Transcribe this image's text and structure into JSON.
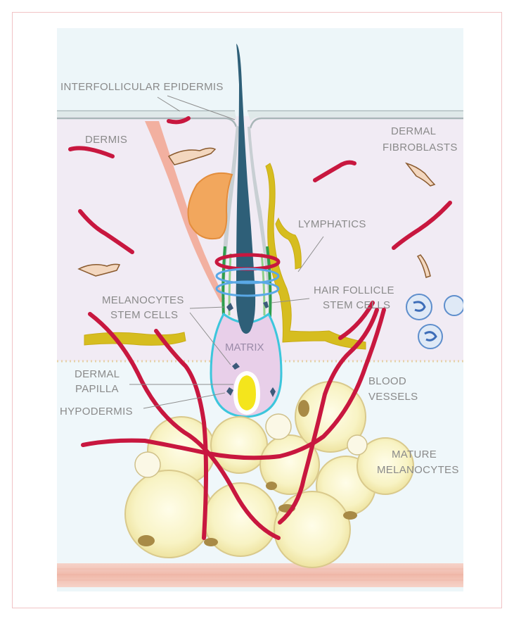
{
  "labels": {
    "interfollicular_epidermis": "INTERFOLLICULAR EPIDERMIS",
    "dermis": "DERMIS",
    "dermal_fibroblasts_1": "DERMAL",
    "dermal_fibroblasts_2": "FIBROBLASTS",
    "lymphatics": "LYMPHATICS",
    "melanocytes_stem_cells_1": "MELANOCYTES",
    "melanocytes_stem_cells_2": "STEM CELLS",
    "hair_follicle_stem_cells_1": "HAIR FOLLICLE",
    "hair_follicle_stem_cells_2": "STEM CELLS",
    "matrix": "MATRIX",
    "dermal_papilla_1": "DERMAL",
    "dermal_papilla_2": "PAPILLA",
    "hypodermis": "HYPODERMIS",
    "blood_vessels_1": "BLOOD",
    "blood_vessels_2": "VESSELS",
    "mature_melanocytes_1": "MATURE",
    "mature_melanocytes_2": "MELANOCYTES"
  },
  "colors": {
    "blood_vessel": "#c8173f",
    "lymphatic": "#d4bb1e",
    "hair_shaft": "#2f5f78",
    "dermis_bg": "#f1ebf4",
    "hypodermis_bg": "#eef6fa",
    "fat_cell": "#f7f2bf",
    "muscle": "#f2c3b8",
    "sebaceous_gland": "#f0a35c",
    "matrix": "#e9cdea",
    "papilla": "#f2e51c"
  }
}
